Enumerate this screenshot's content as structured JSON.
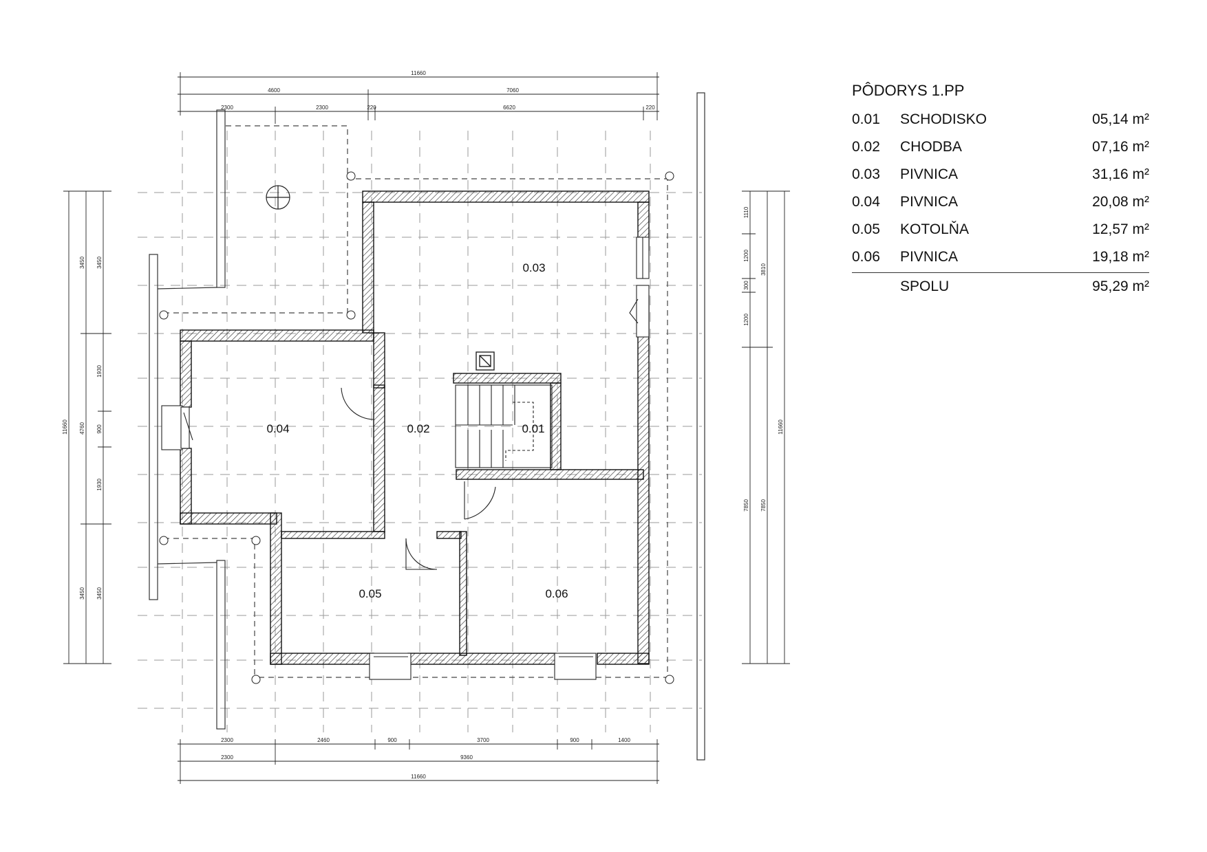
{
  "legend": {
    "title": "PÔDORYS 1.PP",
    "rooms": [
      {
        "id": "0.01",
        "name": "SCHODISKO",
        "area": "05,14 m²"
      },
      {
        "id": "0.02",
        "name": "CHODBA",
        "area": "07,16 m²"
      },
      {
        "id": "0.03",
        "name": "PIVNICA",
        "area": "31,16 m²"
      },
      {
        "id": "0.04",
        "name": "PIVNICA",
        "area": "20,08 m²"
      },
      {
        "id": "0.05",
        "name": "KOTOLŇA",
        "area": "12,57 m²"
      },
      {
        "id": "0.06",
        "name": "PIVNICA",
        "area": "19,18 m²"
      }
    ],
    "total_label": "SPOLU",
    "total_area": "95,29 m²"
  },
  "plan": {
    "room_labels": {
      "r001": "0.01",
      "r002": "0.02",
      "r003": "0.03",
      "r004": "0.04",
      "r005": "0.05",
      "r006": "0.06"
    },
    "dimensions": {
      "top_total": "11660",
      "top_a": "4600",
      "top_b": "7060",
      "top_c1": "2300",
      "top_c2": "2300",
      "top_c3": "220",
      "top_c4": "6620",
      "top_c5": "220",
      "bottom_a1": "2300",
      "bottom_a2": "2460",
      "bottom_a3": "900",
      "bottom_a4": "3700",
      "bottom_a5": "900",
      "bottom_a6": "1400",
      "bottom_b1": "2300",
      "bottom_b2": "9360",
      "bottom_total": "11660",
      "left_total": "11660",
      "left_a1": "3450",
      "left_a2": "4760",
      "left_a3": "3450",
      "left_b1": "3450",
      "left_b2": "1930",
      "left_b3": "900",
      "left_b4": "1930",
      "left_b5": "3450",
      "right_total": "11660",
      "right_a1": "3810",
      "right_a2": "7850",
      "right_b1": "1110",
      "right_b2": "1200",
      "right_b3": "300",
      "right_b4": "1200",
      "right_b5": "7850"
    }
  }
}
